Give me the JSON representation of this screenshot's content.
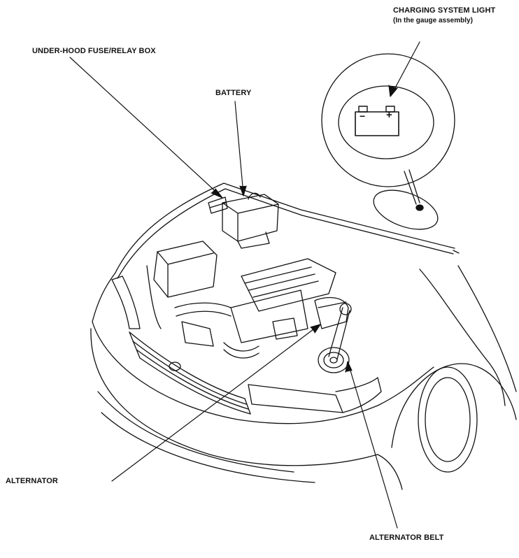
{
  "labels": {
    "charging_light": "CHARGING SYSTEM LIGHT",
    "charging_light_note": "(In the gauge assembly)",
    "fuse_box": "UNDER-HOOD FUSE/RELAY BOX",
    "battery": "BATTERY",
    "alternator": "ALTERNATOR",
    "alternator_belt": "ALTERNATOR BELT"
  },
  "battery_symbol": {
    "minus": "−",
    "plus": "+"
  },
  "colors": {
    "line": "#111111",
    "background": "#ffffff"
  }
}
